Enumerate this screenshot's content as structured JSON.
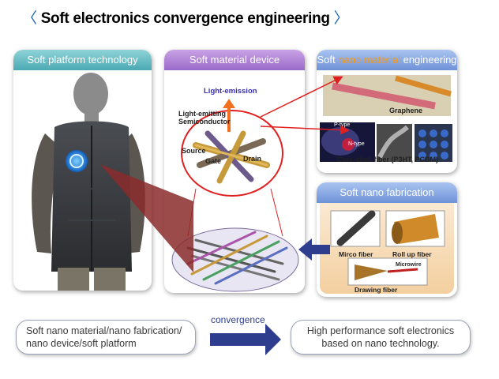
{
  "title": {
    "open": "〈",
    "text": "Soft electronics convergence engineering",
    "close": "〉"
  },
  "cards": {
    "platform": {
      "title": "Soft platform technology"
    },
    "material": {
      "title": "Soft material device",
      "labels": {
        "light_emission": "Light-emission",
        "semiconductor_line1": "Light-emitting",
        "semiconductor_line2": "Semiconductor",
        "source": "Source",
        "gate": "Gate",
        "drain": "Drain"
      }
    },
    "nano_engineering": {
      "title_prefix": "Soft ",
      "title_highlight": "nano material",
      "title_suffix": " engineering",
      "labels": {
        "graphene": "Graphene",
        "p_type": "P-type",
        "n_type": "N-type",
        "core_shell": "Core-shell fiber (P3HT, PCBM)"
      }
    },
    "nano_fabrication": {
      "title": "Soft nano fabrication",
      "labels": {
        "micro_fiber": "Mirco fiber",
        "roll_up": "Roll up fiber",
        "microwire": "Microwire",
        "drawing": "Drawing fiber"
      }
    }
  },
  "bottom": {
    "left_line1": "Soft nano material/nano fabrication/",
    "left_line2": "nano device/soft platform",
    "arrow_label": "convergence",
    "right_line1": "High performance soft electronics",
    "right_line2": "based on nano technology."
  },
  "colors": {
    "accent_blue": "#1a66b0",
    "highlight_orange": "#f39a1e",
    "arrow_navy": "#2f3d8f",
    "pointer_red": "#e02020"
  }
}
